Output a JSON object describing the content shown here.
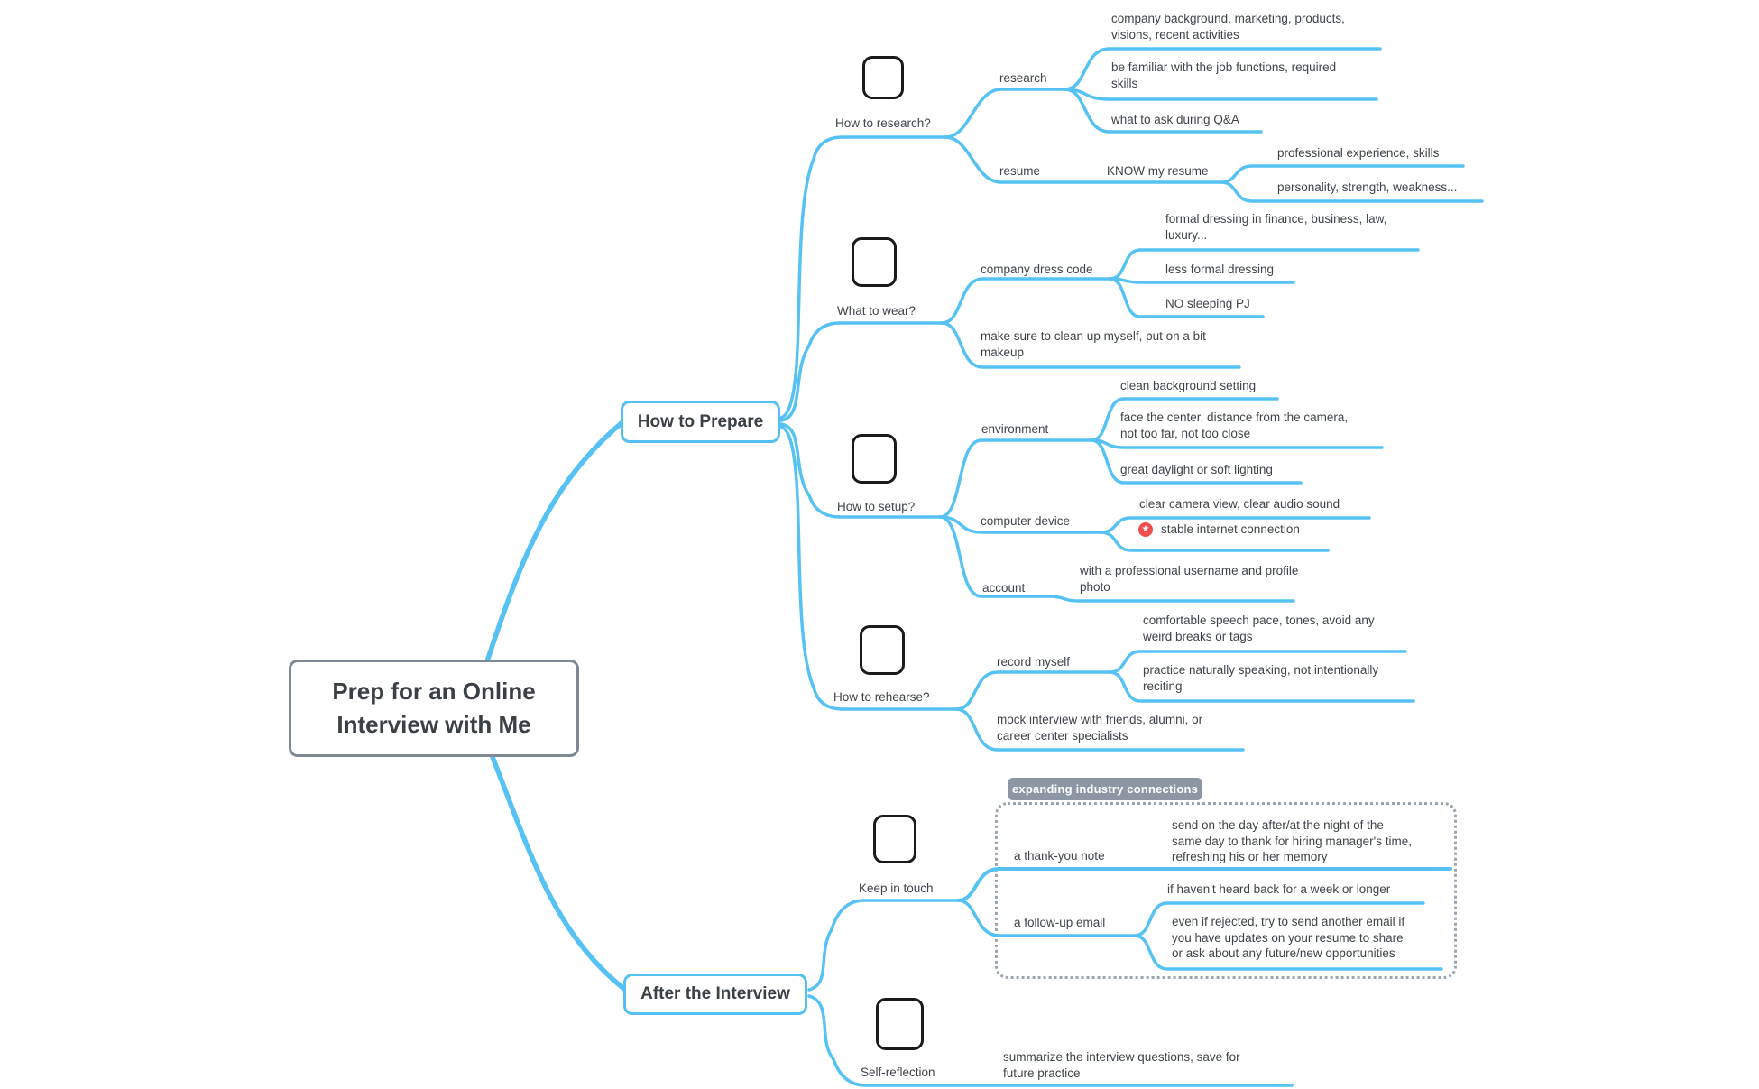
{
  "root": {
    "id": "root",
    "label": "Prep for an Online\nInterview with Me"
  },
  "mains": [
    {
      "id": "how-to-prepare",
      "label": "How to Prepare",
      "topics": [
        {
          "id": "how-to-research",
          "label": "How to research?",
          "has_image": true,
          "children": [
            {
              "id": "research",
              "label": "research",
              "children": [
                {
                  "id": "leaf-company-background",
                  "label": "company background, marketing, products,\nvisions, recent activities"
                },
                {
                  "id": "leaf-job-functions",
                  "label": "be familiar with the job functions, required\nskills"
                },
                {
                  "id": "leaf-qa",
                  "label": "what to ask during Q&A"
                }
              ]
            },
            {
              "id": "resume",
              "label": "resume",
              "children": [
                {
                  "id": "know-my-resume",
                  "label": "KNOW my resume",
                  "children": [
                    {
                      "id": "leaf-professional-experience",
                      "label": "professional experience, skills"
                    },
                    {
                      "id": "leaf-personality",
                      "label": "personality, strength, weakness..."
                    }
                  ]
                }
              ]
            }
          ]
        },
        {
          "id": "what-to-wear",
          "label": "What to wear?",
          "has_image": true,
          "children": [
            {
              "id": "company-dress-code",
              "label": "company dress code",
              "children": [
                {
                  "id": "leaf-formal-dressing",
                  "label": "formal dressing in finance, business, law,\nluxury..."
                },
                {
                  "id": "leaf-less-formal",
                  "label": "less formal dressing"
                },
                {
                  "id": "leaf-no-pj",
                  "label": "NO sleeping PJ"
                }
              ]
            },
            {
              "id": "leaf-makeup",
              "label": "make sure to clean up myself, put on a bit\nmakeup"
            }
          ]
        },
        {
          "id": "how-to-setup",
          "label": "How to setup?",
          "has_image": true,
          "children": [
            {
              "id": "environment",
              "label": "environment",
              "children": [
                {
                  "id": "leaf-clean-background",
                  "label": "clean background setting"
                },
                {
                  "id": "leaf-face-center",
                  "label": "face the center, distance from the camera,\nnot too far, not too close"
                },
                {
                  "id": "leaf-daylight",
                  "label": "great daylight or soft lighting"
                }
              ]
            },
            {
              "id": "computer-device",
              "label": "computer device",
              "children": [
                {
                  "id": "leaf-camera-audio",
                  "label": "clear camera view, clear audio sound"
                },
                {
                  "id": "leaf-stable-internet",
                  "label": "stable internet connection",
                  "icon": "priority"
                }
              ]
            },
            {
              "id": "account",
              "label": "account",
              "children": [
                {
                  "id": "leaf-username-photo",
                  "label": "with a professional username and profile\nphoto"
                }
              ]
            }
          ]
        },
        {
          "id": "how-to-rehearse",
          "label": "How to rehearse?",
          "has_image": true,
          "children": [
            {
              "id": "record-myself",
              "label": "record myself",
              "children": [
                {
                  "id": "leaf-speech-pace",
                  "label": "comfortable speech pace, tones, avoid any\nweird breaks or tags"
                },
                {
                  "id": "leaf-practice-naturally",
                  "label": "practice naturally speaking, not intentionally\nreciting"
                }
              ]
            },
            {
              "id": "leaf-mock-interview",
              "label": "mock interview with friends, alumni, or\ncareer center specialists"
            }
          ]
        }
      ]
    },
    {
      "id": "after-the-interview",
      "label": "After the Interview",
      "topics": [
        {
          "id": "keep-in-touch",
          "label": "Keep in touch",
          "has_image": true,
          "children": [
            {
              "id": "a-thank-you-note",
              "label": "a thank-you note",
              "children": [
                {
                  "id": "leaf-send-day-after",
                  "label": "send on the day after/at the night of the\nsame day to thank for hiring manager's time,\nrefreshing his or her memory"
                }
              ]
            },
            {
              "id": "a-follow-up-email",
              "label": "a follow-up email",
              "children": [
                {
                  "id": "leaf-week-or-longer",
                  "label": "if haven't heard back for a week or longer"
                },
                {
                  "id": "leaf-even-if-rejected",
                  "label": "even if rejected, try to send another email if\nyou have updates on your resume to share\nor ask about any future/new opportunities"
                }
              ]
            }
          ]
        },
        {
          "id": "self-reflection",
          "label": "Self-reflection",
          "has_image": true,
          "children": [
            {
              "id": "leaf-summarize",
              "label": "summarize the interview questions, save for\nfuture practice"
            }
          ]
        }
      ]
    }
  ],
  "group": {
    "label": "expanding industry connections"
  },
  "icons": {
    "priority": {
      "name": "priority-star-icon",
      "glyph": "★",
      "color": "#F04D4D"
    },
    "placeholder": {
      "name": "image-placeholder"
    }
  },
  "colors": {
    "branch_line": "#56C2F3",
    "root_border": "#7E8994",
    "main_border": "#54BFF2",
    "text": "#3E444B",
    "group_gray": "#8C96A4",
    "priority_red": "#F04D4D"
  }
}
